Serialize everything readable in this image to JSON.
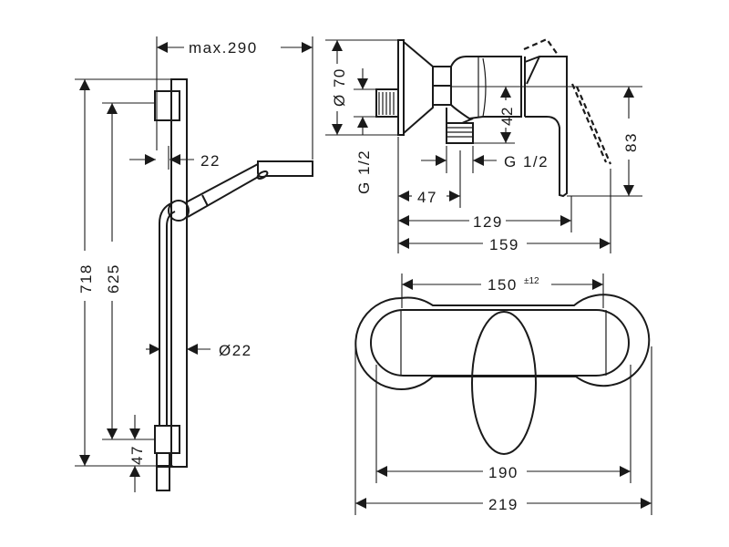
{
  "shower_rail_view": {
    "max_reach": "max.290",
    "rail_offset": "22",
    "rail_diameter": "Ø22",
    "total_height": "718",
    "bracket_spacing": "625",
    "bottom_offset": "47"
  },
  "mixer_side_view": {
    "flange_diameter": "Ø 70",
    "inlet_thread": "G 1/2",
    "height_42": "42",
    "height_83": "83",
    "outlet_thread": "G 1/2",
    "depth_47": "47",
    "depth_129": "129",
    "depth_159": "159"
  },
  "mixer_front_view": {
    "centres": "150",
    "centres_tolerance": "±12",
    "width_190": "190",
    "width_219": "219"
  }
}
